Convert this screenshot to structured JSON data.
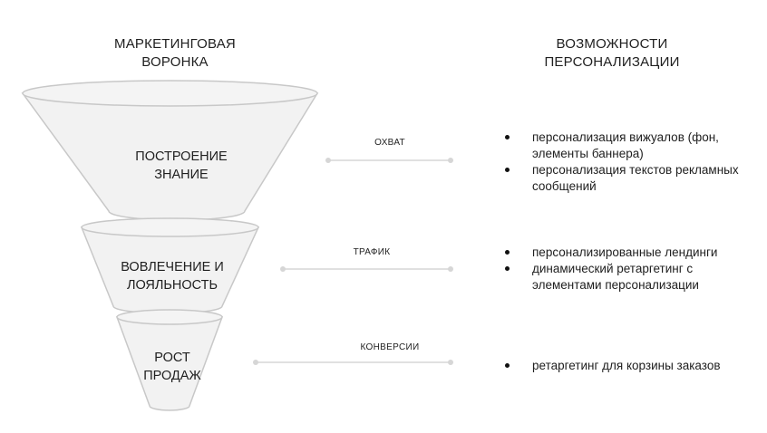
{
  "titles": {
    "left": "МАРКЕТИНГОВАЯ\nВОРОНКА",
    "right": "ВОЗМОЖНОСТИ\nПЕРСОНАЛИЗАЦИИ"
  },
  "stages": [
    {
      "label": "ПОСТРОЕНИЕ\nЗНАНИЕ",
      "connector_label": "ОХВАТ",
      "capabilities": [
        "персонализация вижуалов (фон, элементы баннера)",
        "персонализация текстов рекламных сообщений"
      ]
    },
    {
      "label": "ВОВЛЕЧЕНИЕ И\nЛОЯЛЬНОСТЬ",
      "connector_label": "ТРАФИК",
      "capabilities": [
        "персонализированные лендинги",
        "динамический ретаргетинг с элементами персонализации"
      ]
    },
    {
      "label": "РОСТ\nПРОДАЖ",
      "connector_label": "КОНВЕРСИИ",
      "capabilities": [
        "ретаргетинг для корзины заказов"
      ]
    }
  ],
  "colors": {
    "funnel_fill": "#f2f2f2",
    "funnel_stroke": "#c8c8c8",
    "connector": "#d6d6d6"
  }
}
